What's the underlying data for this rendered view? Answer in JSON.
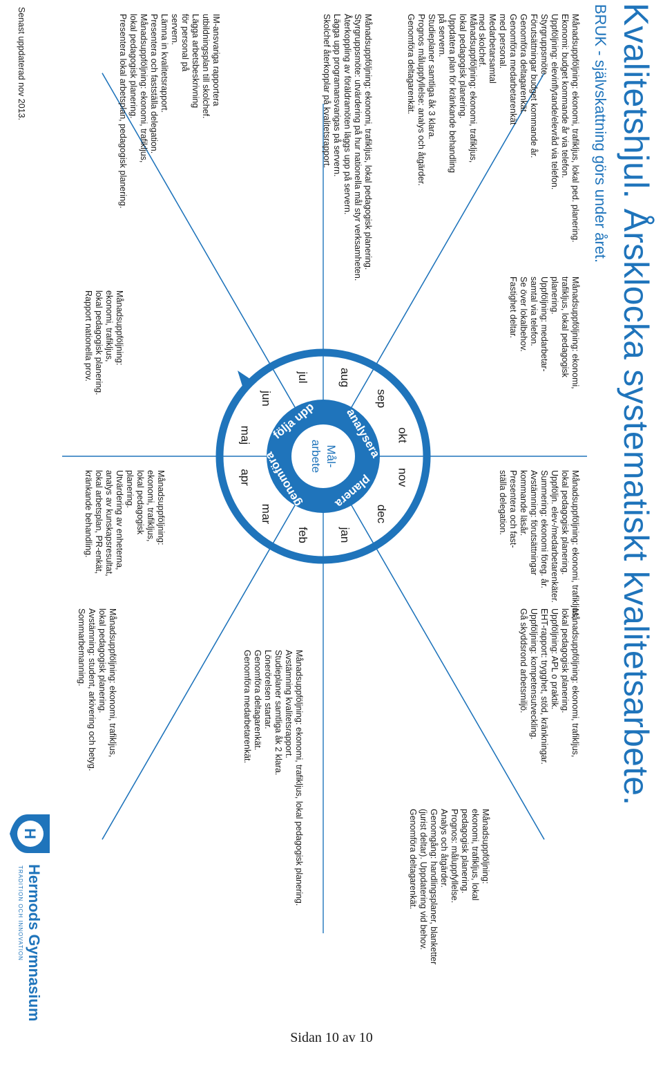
{
  "title": "Kvalitetshjul. Årsklocka systematiskt kvalitetsarbete.",
  "subtitle": "BRUK - självskattning görs under året.",
  "center": {
    "line1": "Mål-",
    "line2": "arbete"
  },
  "cycle_words": [
    "följa upp",
    "analysera",
    "planera",
    "genomföra"
  ],
  "months": [
    "jan",
    "feb",
    "mar",
    "apr",
    "maj",
    "jun",
    "jul",
    "aug",
    "sep",
    "okt",
    "nov",
    "dec"
  ],
  "updated": "Senast uppdaterad nov 2013.",
  "page_footer": "Sidan 10 av 10",
  "logo": {
    "name": "Hermods Gymnasium",
    "tagline": "TRADITION OCH INNOVATION",
    "letter": "H"
  },
  "colors": {
    "accent": "#1f74bb",
    "ring": "#1f74bb",
    "spoke": "#1f74bb",
    "text": "#1a1a1a"
  },
  "blocks": {
    "aug": [
      "Månadsuppföljning: ekonomi, trafikljus, lokal ped. planering.",
      "Ekonomi: budget kommande år via telefon.",
      "Uppföljning: elevinflytande/elevråd via telefon.",
      "Styrgruppsmöte.",
      "Förutsättningar budget kommande år.",
      "Genomföra deltagarenkät.",
      "Genomföra medarbetarenkät",
      "med personal.",
      "Medarbetarsamtal",
      "med skolchef."
    ],
    "sep": [
      "Månadsuppföljning: ekonomi, trafikljus,",
      "lokal pedagogisk planering.",
      "Uppdatera plan för kränkande behandling",
      "på servern.",
      "Studieplaner samtliga åk 3 klara.",
      "Prognos måluppfyllelse: analys och åtgärder.",
      "Genomföra deltagarenkät."
    ],
    "okt": [
      "Månadsuppföljning: ekonomi, trafikljus, lokal pedagogisk planering.",
      "Styrgruppsmöte: utvärdering på hur nationella mål styr verksamheten.",
      "Återkoppling av föräldramöten läggs upp på servern.",
      "Lägga upp programansvarigas på servern.",
      "Skolchef återkopplar på kvalitetsrapport."
    ],
    "nov": [
      "IM-ansvariga rapportera",
      "utbildningsplan till skolchef.",
      "Lägga arbetsbeskrivning",
      "för personal på",
      "servern.",
      "Lämna in kvalitetsrapport.",
      "Presentera och fastställa delegation.",
      "Månadsuppföljning: ekonomi, trafikljus,",
      "lokal pedagogisk planering.",
      "Presentera lokal arbetsplan, pedagogisk planering."
    ],
    "dec": [
      "Månadsuppföljning: ekonomi,",
      "trafikljus, lokal pedagogisk",
      "planering.",
      "Uppföljning: medarbetar-",
      "samtal via telefon.",
      "Se över lokalbehov.",
      "Fastighet deltar."
    ],
    "dec2": [
      "Månadsuppföljning:",
      "ekonomi, trafikljus,",
      "lokal pedagogisk planering.",
      "Rapport nationella prov."
    ],
    "jan": [
      "Månadsuppföljning: ekonomi, trafikljus,",
      "lokal pedagogisk planering.",
      "Uppföljn. elev-/medarbetarenkäter.",
      "Summering: ekonomi föreg. år.",
      "Avstämning: förutsättningar",
      "kommande läsår.",
      "Presentera och fast-",
      "ställa delegation."
    ],
    "jan2": [
      "Månadsuppföljning:",
      "ekonomi, trafikljus,",
      "lokal pedagogisk",
      "planering.",
      "Utvärdering av enheterna,",
      "analys av kunskapsresultat,",
      "lokal arbetsplan, PR-enkät,",
      "kränkande behandling."
    ],
    "feb": [
      "Månadsuppföljning: ekonomi, trafikljus,",
      "lokal pedagogisk planering.",
      "Uppföljning: APL o praktik.",
      "EHT-rapport: trygghet, stöd, kränkningar.",
      "Uppföljning: kompetensutveckling.",
      "Gå skyddsrond arbetsmiljö."
    ],
    "mar": [
      "Månadsuppföljning: ekonomi, trafikljus,",
      "lokal pedagogisk planering.",
      "Avstämning: student, arkivering och betyg.",
      "Sommarbemanning."
    ],
    "apr": [
      "Månadsuppföljning: ekonomi, trafikljus, lokal pedagogisk planering.",
      "Avstämning kvalitetsrapport.",
      "Studieplaner samtliga åk 2 klara.",
      "Lönerörelsen startar.",
      "Genomföra deltagarenkät.",
      "Genomföra medarbetarenkät."
    ],
    "maj": [
      "Månadsuppföljning:",
      "ekonomi, trafikljus, lokal",
      "pedagogisk planering.",
      "Prognos: måluppfyllelse.",
      "Analys och åtgärder.",
      "Genomgång: handlingsplaner, blanketter",
      "(jurist deltar). Uppdatering vid behov.",
      "Genomföra deltagarenkät."
    ]
  }
}
